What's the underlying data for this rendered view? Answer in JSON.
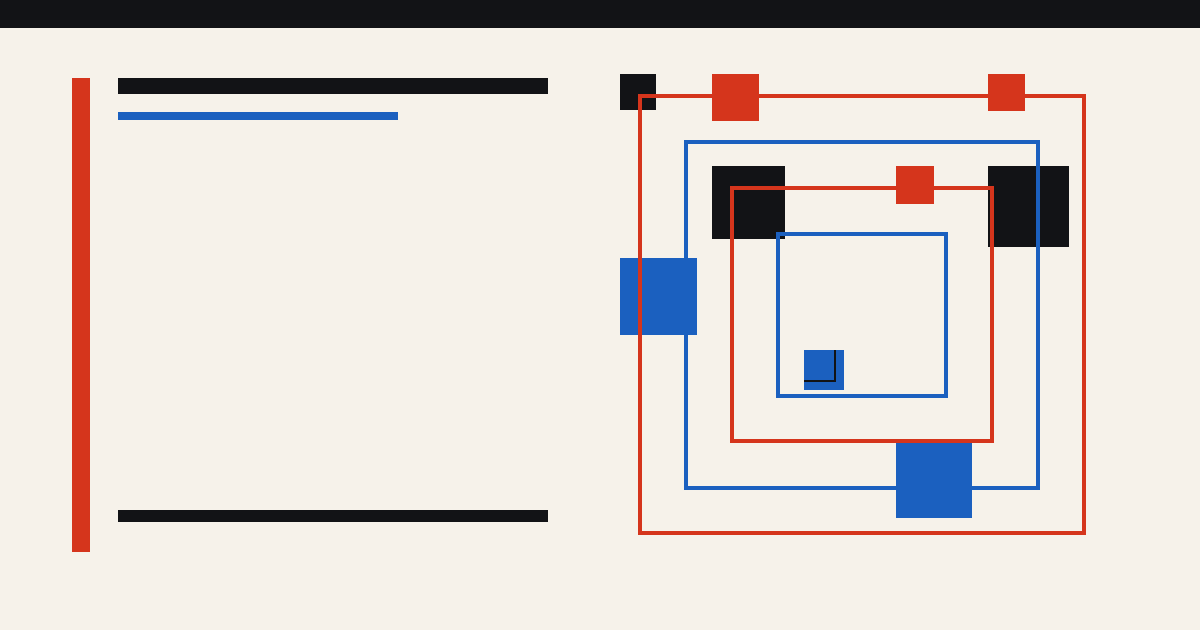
{
  "colors": {
    "background": "#f6f2ea",
    "ink": "#121316",
    "red": "#d5351c",
    "blue": "#1b60bf"
  },
  "composition": {
    "frames": [
      {
        "name": "outer-red-frame",
        "color": "red"
      },
      {
        "name": "second-blue-frame",
        "color": "blue"
      },
      {
        "name": "third-red-frame",
        "color": "red"
      },
      {
        "name": "inner-blue-frame",
        "color": "blue"
      }
    ],
    "blocks": [
      {
        "name": "black-square-top-left",
        "color": "ink"
      },
      {
        "name": "red-square-top-left",
        "color": "red"
      },
      {
        "name": "red-square-top-right",
        "color": "red"
      },
      {
        "name": "black-block-upper-left",
        "color": "ink"
      },
      {
        "name": "red-square-upper-middle",
        "color": "red"
      },
      {
        "name": "black-block-upper-right",
        "color": "ink"
      },
      {
        "name": "blue-block-left",
        "color": "blue"
      },
      {
        "name": "blue-square-center",
        "color": "blue"
      },
      {
        "name": "blue-block-bottom",
        "color": "blue"
      }
    ]
  }
}
